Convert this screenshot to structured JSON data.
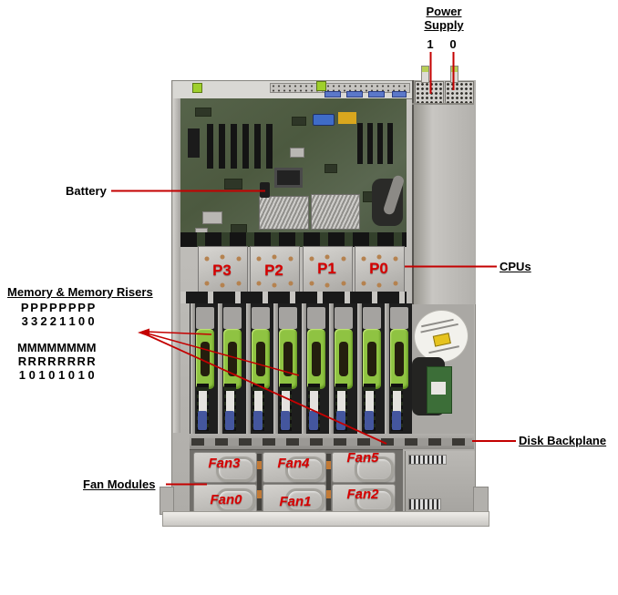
{
  "colors": {
    "annotation_red": "#c40000",
    "photo_label_red": "#d60000",
    "handle_green": "#8fc342",
    "motherboard_green": "#51604a",
    "chassis_gray": "#b4b2ae"
  },
  "callouts": {
    "power_supply": {
      "line1": "Power",
      "line2": "Supply",
      "left_number": "1",
      "right_number": "0"
    },
    "battery": {
      "label": "Battery"
    },
    "cpus": {
      "label": "CPUs"
    },
    "memory": {
      "title": "Memory & Memory Risers",
      "cpu_letters": "P P P P P P P P",
      "cpu_numbers": "3 3 2 2 1 1 0 0",
      "riser_letters_m": "M M M M M M M M",
      "riser_letters_r": "R R R R R R R R",
      "riser_numbers": "1 0 1 0 1 0 1 0"
    },
    "disk_backplane": {
      "label": "Disk Backplane"
    },
    "fan_modules": {
      "label": "Fan Modules"
    }
  },
  "photo_labels": {
    "cpu_sockets": [
      "P3",
      "P2",
      "P1",
      "P0"
    ],
    "fan_top_row": [
      "Fan3",
      "Fan4",
      "Fan5"
    ],
    "fan_bottom_row": [
      "Fan0",
      "Fan1",
      "Fan2"
    ]
  }
}
